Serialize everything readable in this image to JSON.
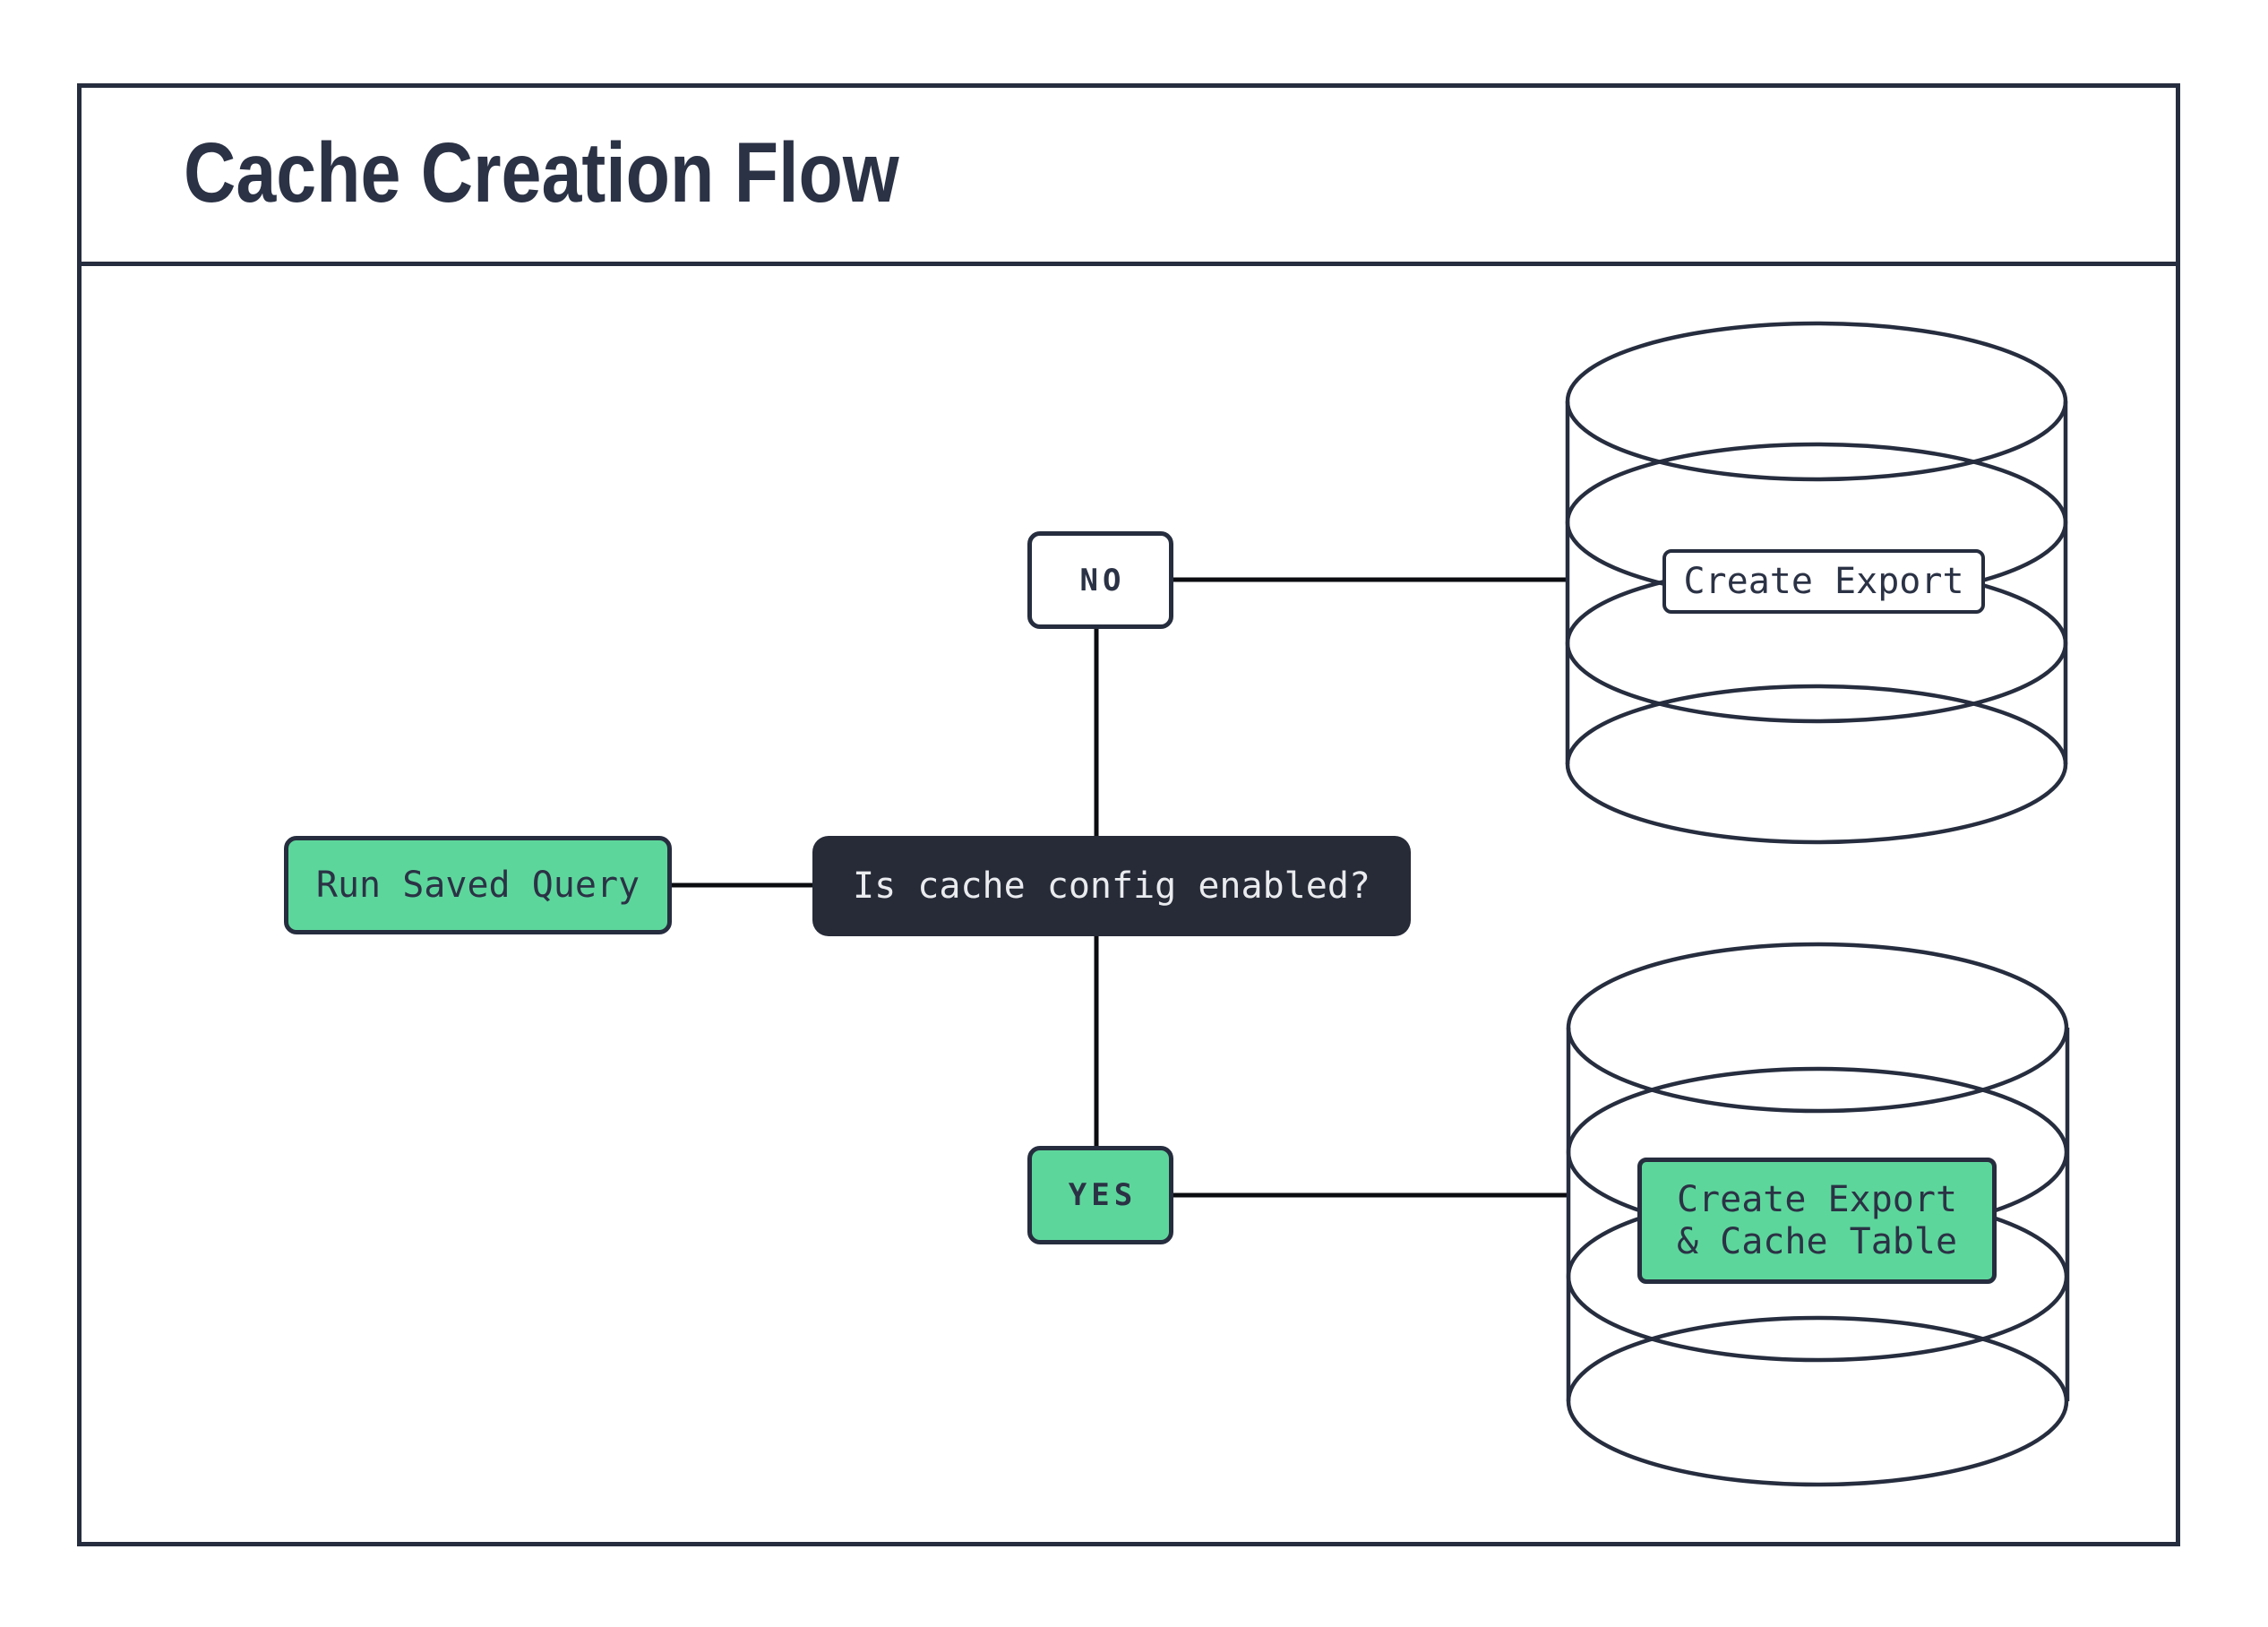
{
  "title": "Cache Creation Flow",
  "colors": {
    "ink": "#262d3e",
    "node_green": "#5dd69c",
    "decision_background": "#272b38",
    "decision_text": "#e9ebee",
    "connector_line": "#0b0c10",
    "background": "#ffffff"
  },
  "nodes": {
    "start": {
      "label": "Run Saved Query"
    },
    "decision": {
      "label": "Is cache config enabled?"
    },
    "branch_no": {
      "label": "NO"
    },
    "branch_yes": {
      "label": "YES"
    },
    "no_result": {
      "label": "Create Export"
    },
    "yes_result": {
      "line1": "Create Export",
      "line2": "& Cache Table"
    }
  },
  "edges": [
    {
      "from": "start",
      "to": "decision"
    },
    {
      "from": "decision",
      "to": "branch_no"
    },
    {
      "from": "decision",
      "to": "branch_yes"
    },
    {
      "from": "branch_no",
      "to": "no_result_database"
    },
    {
      "from": "branch_yes",
      "to": "yes_result_database"
    }
  ]
}
